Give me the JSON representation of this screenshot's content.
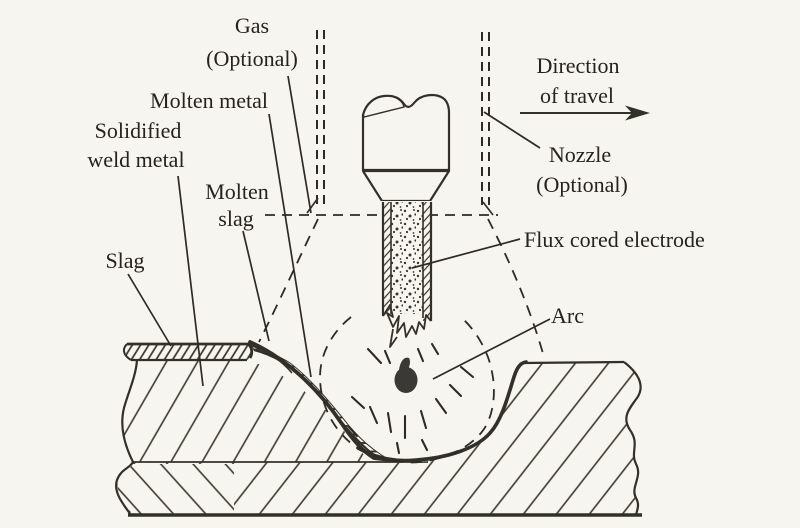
{
  "figure": {
    "labels": {
      "gas_line1": "Gas",
      "gas_line2": "(Optional)",
      "molten_metal": "Molten metal",
      "solidified_line1": "Solidified",
      "solidified_line2": "weld metal",
      "molten_slag_line1": "Molten",
      "molten_slag_line2": "slag",
      "slag": "Slag",
      "direction_line1": "Direction",
      "direction_line2": "of travel",
      "nozzle_line1": "Nozzle",
      "nozzle_line2": "(Optional)",
      "flux_cored_electrode": "Flux cored electrode",
      "arc": "Arc"
    },
    "colors": {
      "paper": "#f7f5ef",
      "ink": "#33302a",
      "hatch": "#3d3931",
      "arc_spot": "#3b3935"
    }
  }
}
